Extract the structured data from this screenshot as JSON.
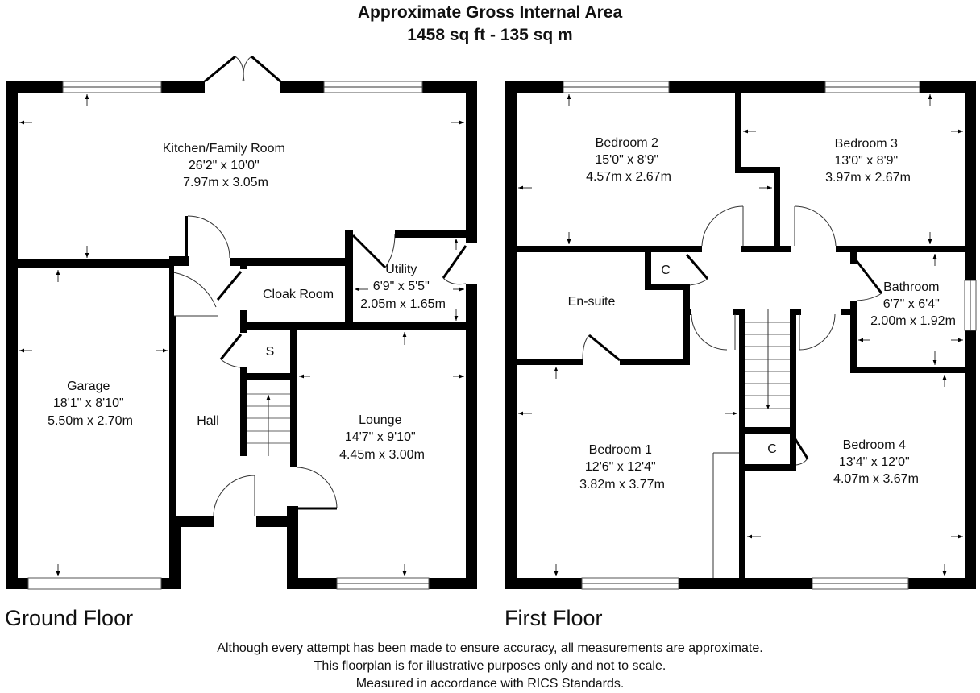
{
  "header": {
    "title": "Approximate Gross Internal Area",
    "area": "1458 sq ft - 135 sq m"
  },
  "floors": [
    {
      "name": "Ground Floor",
      "rooms": [
        {
          "name": "Kitchen/Family Room",
          "imperial": "26'2\" x 10'0\"",
          "metric": "7.97m x 3.05m"
        },
        {
          "name": "Utility",
          "imperial": "6'9\" x 5'5\"",
          "metric": "2.05m x 1.65m"
        },
        {
          "name": "Cloak Room"
        },
        {
          "name": "S"
        },
        {
          "name": "Garage",
          "imperial": "18'1\" x 8'10\"",
          "metric": "5.50m x 2.70m"
        },
        {
          "name": "Hall"
        },
        {
          "name": "Lounge",
          "imperial": "14'7\" x 9'10\"",
          "metric": "4.45m x 3.00m"
        }
      ]
    },
    {
      "name": "First Floor",
      "rooms": [
        {
          "name": "Bedroom 2",
          "imperial": "15'0\" x 8'9\"",
          "metric": "4.57m x 2.67m"
        },
        {
          "name": "Bedroom 3",
          "imperial": "13'0\" x 8'9\"",
          "metric": "3.97m x 2.67m"
        },
        {
          "name": "C"
        },
        {
          "name": "En-suite"
        },
        {
          "name": "Bathroom",
          "imperial": "6'7\" x 6'4\"",
          "metric": "2.00m x 1.92m"
        },
        {
          "name": "Bedroom 1",
          "imperial": "12'6\" x 12'4\"",
          "metric": "3.82m x 3.77m"
        },
        {
          "name": "C"
        },
        {
          "name": "Bedroom 4",
          "imperial": "13'4\" x 12'0\"",
          "metric": "4.07m x 3.67m"
        }
      ]
    }
  ],
  "disclaimer": [
    "Although every attempt has been made to ensure accuracy, all measurements are approximate.",
    "This floorplan is for illustrative purposes only and not to scale.",
    "Measured in accordance with RICS Standards."
  ],
  "colors": {
    "wall": "#000000",
    "background": "#ffffff",
    "text": "#111111"
  }
}
